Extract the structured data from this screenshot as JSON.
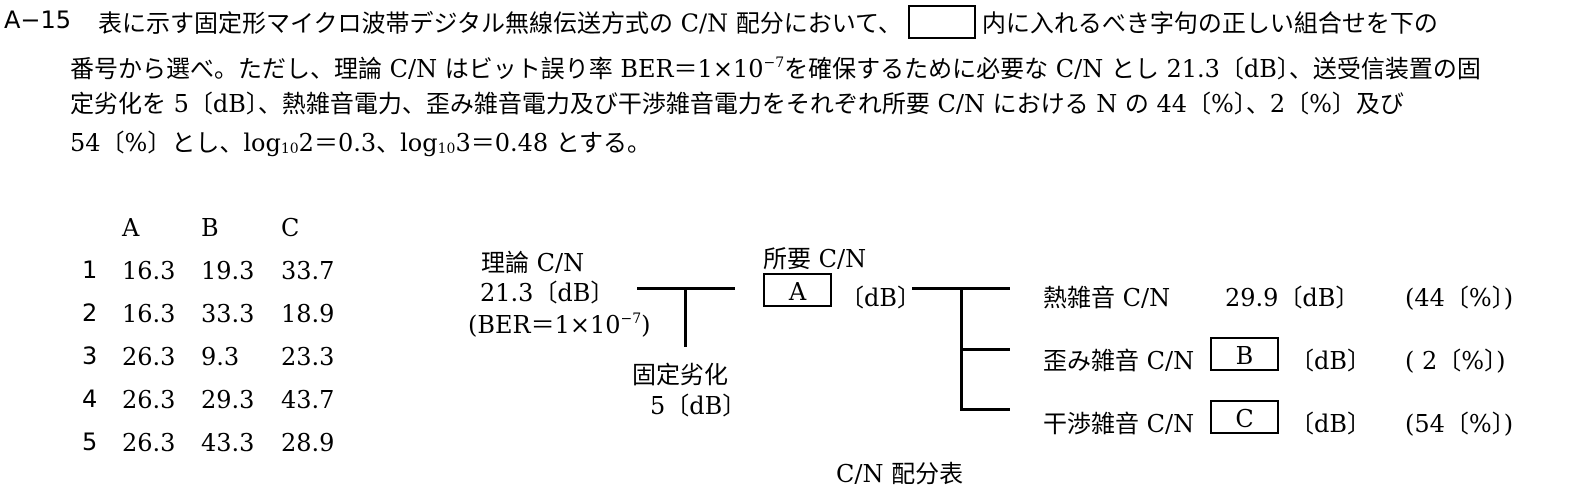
{
  "question": {
    "number": "A−15",
    "line1_a": "表に示す固定形マイクロ波帯デジタル無線伝送方式の C/N 配分において、",
    "line1_b": "内に入れるべき字句の正しい組合せを下の",
    "line2_a": "番号から選べ。ただし、理論 C/N はビット誤り率 BER＝1×10",
    "line2_exp": "−7",
    "line2_b": "を確保するために必要な C/N とし 21.3〔dB〕、送受信装置の固",
    "line3": "定劣化を 5〔dB〕、熱雑音電力、歪み雑音電力及び干渉雑音電力をそれぞれ所要 C/N における N の 44〔%〕、2〔%〕及び",
    "line4_a": "54〔%〕とし、log",
    "line4_sub1": "10",
    "line4_b": "2＝0.3、log",
    "line4_sub2": "10",
    "line4_c": "3＝0.48 とする。"
  },
  "choices": {
    "headers": [
      "A",
      "B",
      "C"
    ],
    "rows": [
      {
        "num": "1",
        "a": "16.3",
        "b": "19.3",
        "c": "33.7"
      },
      {
        "num": "2",
        "a": "16.3",
        "b": "33.3",
        "c": "18.9"
      },
      {
        "num": "3",
        "a": "26.3",
        "b": "9.3",
        "c": "23.3"
      },
      {
        "num": "4",
        "a": "26.3",
        "b": "29.3",
        "c": "43.7"
      },
      {
        "num": "5",
        "a": "26.3",
        "b": "43.3",
        "c": "28.9"
      }
    ]
  },
  "diagram": {
    "theory_label": "理論 C/N",
    "theory_value": "21.3〔dB〕",
    "theory_ber_a": "(BER＝1×10",
    "theory_ber_exp": "−7",
    "theory_ber_b": ")",
    "degradation_label": "固定劣化",
    "degradation_value": "5〔dB〕",
    "required_label": "所要 C/N",
    "box_a": "A",
    "unit": "〔dB〕",
    "thermal_label": "熱雑音 C/N",
    "thermal_value": "29.9〔dB〕",
    "thermal_pct": "(44〔%〕)",
    "distortion_label": "歪み雑音 C/N",
    "box_b": "B",
    "distortion_pct": "( 2〔%〕)",
    "interference_label": "干渉雑音 C/N",
    "box_c": "C",
    "interference_pct": "(54〔%〕)",
    "caption": "C/N 配分表"
  }
}
